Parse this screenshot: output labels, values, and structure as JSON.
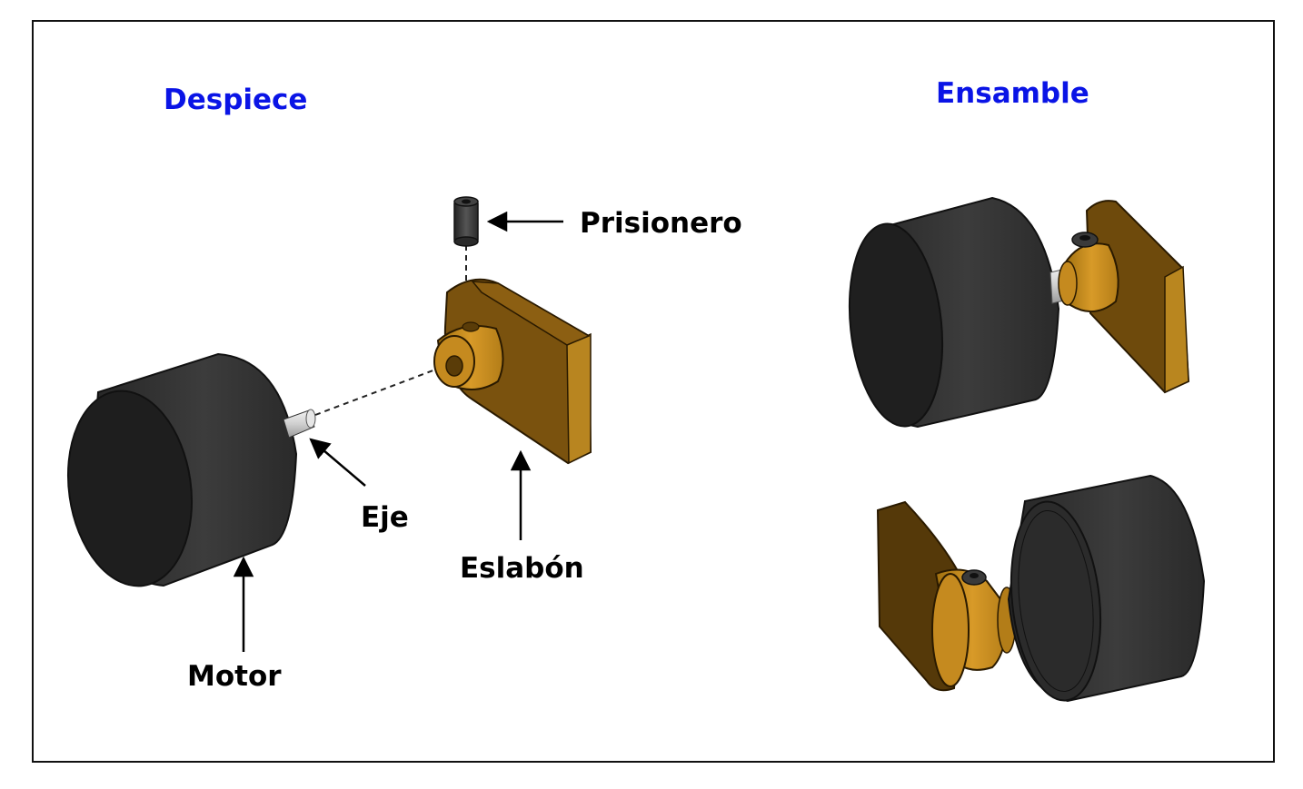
{
  "titles": {
    "exploded": "Despiece",
    "assembled": "Ensamble"
  },
  "labels": {
    "set_screw": "Prisionero",
    "shaft": "Eje",
    "link": "Eslabón",
    "motor": "Motor"
  },
  "colors": {
    "title": "#0a14e6",
    "motor_body": "#2f2f2f",
    "motor_face": "#1f1f1f",
    "link_dark": "#6e4a0c",
    "link_light": "#b9861f",
    "shaft": "#d4d4d4"
  }
}
